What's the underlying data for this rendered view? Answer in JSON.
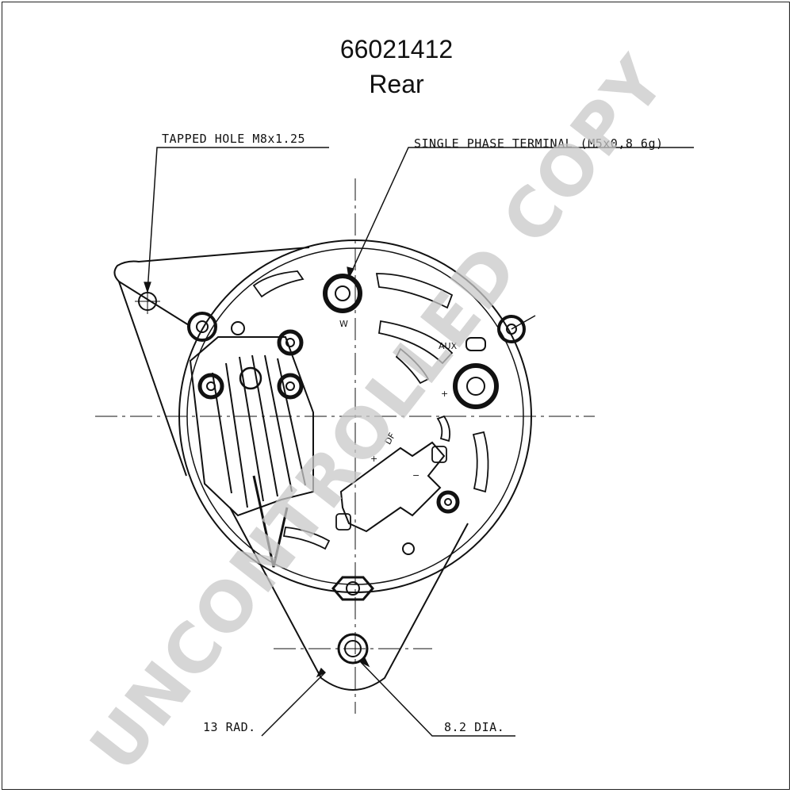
{
  "header": {
    "part_number": "66021412",
    "view": "Rear"
  },
  "callouts": {
    "tapped_hole": "TAPPED HOLE M8x1.25",
    "single_phase_terminal": "SINGLE PHASE TERMINAL (M5x0,8 6g)",
    "radius": "13 RAD.",
    "diameter": "8.2 DIA."
  },
  "markings": {
    "w": "W",
    "aux": "AUX",
    "plus": "+",
    "plus_small": "+",
    "minus": "−",
    "field": "DF"
  },
  "watermark": {
    "text": "UNCONTROLLED COPY",
    "color": "#c8c8c8"
  }
}
